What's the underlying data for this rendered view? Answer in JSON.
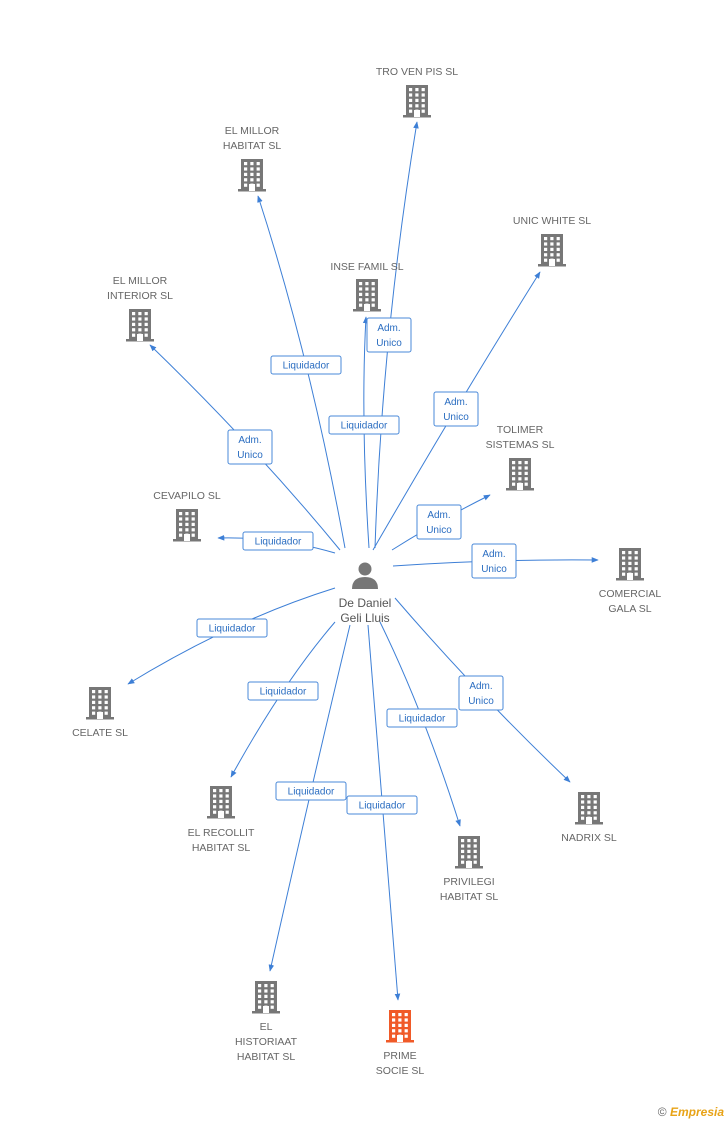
{
  "colors": {
    "edge": "#3d7fd6",
    "building": "#777777",
    "highlight": "#f05a28",
    "label": "#666666"
  },
  "center": {
    "name_lines": [
      "De Daniel",
      "Geli Lluis"
    ],
    "icon": "person-icon"
  },
  "nodes": [
    {
      "id": "tro-ven-pis",
      "lines": [
        "TRO VEN PIS SL"
      ],
      "highlight": false
    },
    {
      "id": "el-millor-habitat",
      "lines": [
        "EL MILLOR",
        "HABITAT SL"
      ],
      "highlight": false
    },
    {
      "id": "unic-white",
      "lines": [
        "UNIC WHITE SL"
      ],
      "highlight": false
    },
    {
      "id": "inse-famil",
      "lines": [
        "INSE FAMIL SL"
      ],
      "highlight": false
    },
    {
      "id": "el-millor-interior",
      "lines": [
        "EL MILLOR",
        "INTERIOR SL"
      ],
      "highlight": false
    },
    {
      "id": "tolimer-sistemas",
      "lines": [
        "TOLIMER",
        "SISTEMAS SL"
      ],
      "highlight": false
    },
    {
      "id": "cevapilo",
      "lines": [
        "CEVAPILO SL"
      ],
      "highlight": false
    },
    {
      "id": "comercial-gala",
      "lines": [
        "COMERCIAL",
        "GALA SL"
      ],
      "highlight": false
    },
    {
      "id": "celate",
      "lines": [
        "CELATE SL"
      ],
      "highlight": false
    },
    {
      "id": "el-recollit-habitat",
      "lines": [
        "EL RECOLLIT",
        "HABITAT SL"
      ],
      "highlight": false
    },
    {
      "id": "nadrix",
      "lines": [
        "NADRIX  SL"
      ],
      "highlight": false
    },
    {
      "id": "privilegi-habitat",
      "lines": [
        "PRIVILEGI",
        "HABITAT SL"
      ],
      "highlight": false
    },
    {
      "id": "el-historiaat-habitat",
      "lines": [
        "EL",
        "HISTORIAAT",
        "HABITAT SL"
      ],
      "highlight": false
    },
    {
      "id": "prime-socie",
      "lines": [
        "PRIME",
        "SOCIE SL"
      ],
      "highlight": true
    }
  ],
  "edges": [
    {
      "target": "tro-ven-pis",
      "label_lines": [
        "Adm.",
        "Unico"
      ]
    },
    {
      "target": "el-millor-habitat",
      "label_lines": [
        "Liquidador"
      ]
    },
    {
      "target": "unic-white",
      "label_lines": [
        "Adm.",
        "Unico"
      ]
    },
    {
      "target": "inse-famil",
      "label_lines": [
        "Liquidador"
      ]
    },
    {
      "target": "el-millor-interior",
      "label_lines": [
        "Adm.",
        "Unico"
      ]
    },
    {
      "target": "tolimer-sistemas",
      "label_lines": [
        "Adm.",
        "Unico"
      ]
    },
    {
      "target": "cevapilo",
      "label_lines": [
        "Liquidador"
      ]
    },
    {
      "target": "comercial-gala",
      "label_lines": [
        "Adm.",
        "Unico"
      ]
    },
    {
      "target": "celate",
      "label_lines": [
        "Liquidador"
      ]
    },
    {
      "target": "el-recollit-habitat",
      "label_lines": [
        "Liquidador"
      ]
    },
    {
      "target": "nadrix",
      "label_lines": [
        "Adm.",
        "Unico"
      ]
    },
    {
      "target": "privilegi-habitat",
      "label_lines": [
        "Liquidador"
      ]
    },
    {
      "target": "el-historiaat-habitat",
      "label_lines": [
        "Liquidador"
      ]
    },
    {
      "target": "prime-socie",
      "label_lines": [
        "Liquidador"
      ]
    }
  ],
  "watermark": {
    "symbol": "©",
    "brand": "Empresia"
  }
}
